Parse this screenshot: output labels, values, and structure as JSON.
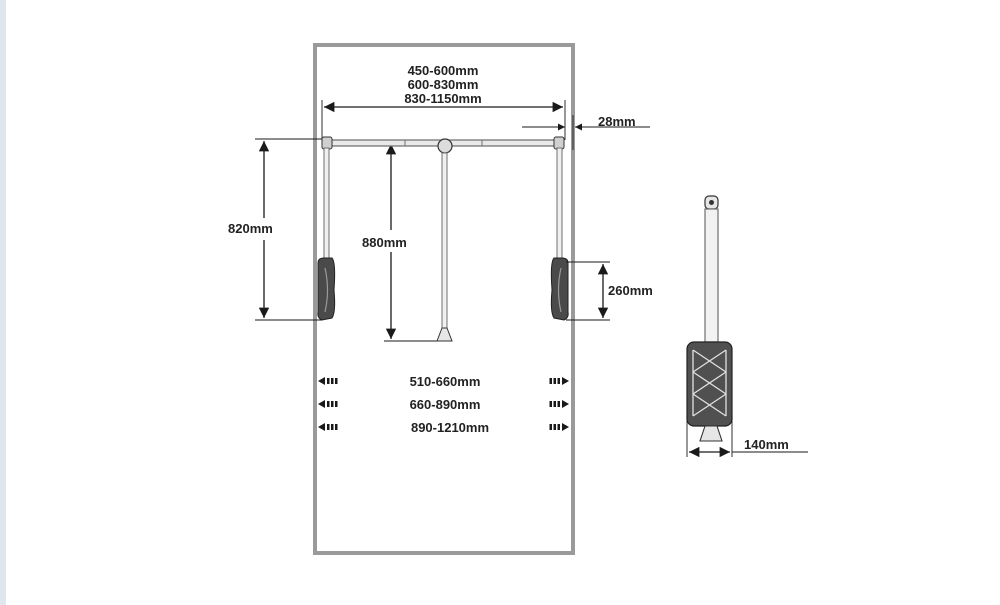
{
  "labels": {
    "width_range_1": "450-600mm",
    "width_range_2": "600-830mm",
    "width_range_3": "830-1150mm",
    "depth": "28mm",
    "height_outer": "820mm",
    "height_center": "880mm",
    "handle_height": "260mm",
    "cabinet_range_1": "510-660mm",
    "cabinet_range_2": "660-890mm",
    "cabinet_range_3": "890-1210mm",
    "side_width": "140mm"
  },
  "colors": {
    "frame": "#9a9a9a",
    "line": "#1a1a1a",
    "rod": "#6f6f6f",
    "handle": "#4a4a4a",
    "text": "#222222"
  },
  "icons": {
    "arrow_left": "arrow-left-icon",
    "arrow_right": "arrow-right-icon"
  }
}
